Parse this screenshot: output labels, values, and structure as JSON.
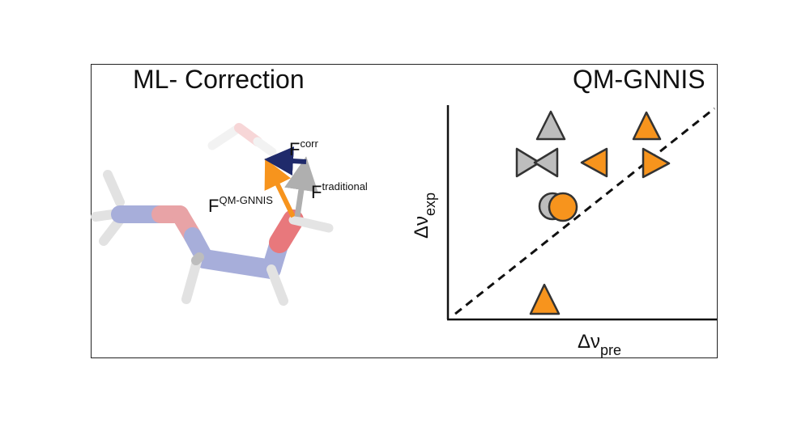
{
  "left_panel": {
    "title": "ML- Correction",
    "labels": {
      "f_corr_main": "F",
      "f_corr_sup": "corr",
      "f_qm_main": "F",
      "f_qm_sup": "QM-GNNIS",
      "f_trad_main": "F",
      "f_trad_sup": "traditional"
    }
  },
  "right_panel": {
    "title": "QM-GNNIS",
    "xlabel_main": "Δν",
    "xlabel_sub": "pre",
    "ylabel_main": "Δν",
    "ylabel_sub": "exp"
  },
  "colors": {
    "orange": "#F7941D",
    "gray": "#BDBDBD",
    "navy": "#1F2A6B",
    "arrow_gray": "#AFAFAF",
    "bond_blue": "#A7AEDA",
    "bond_red": "#E8787C",
    "outline": "#333333"
  }
}
